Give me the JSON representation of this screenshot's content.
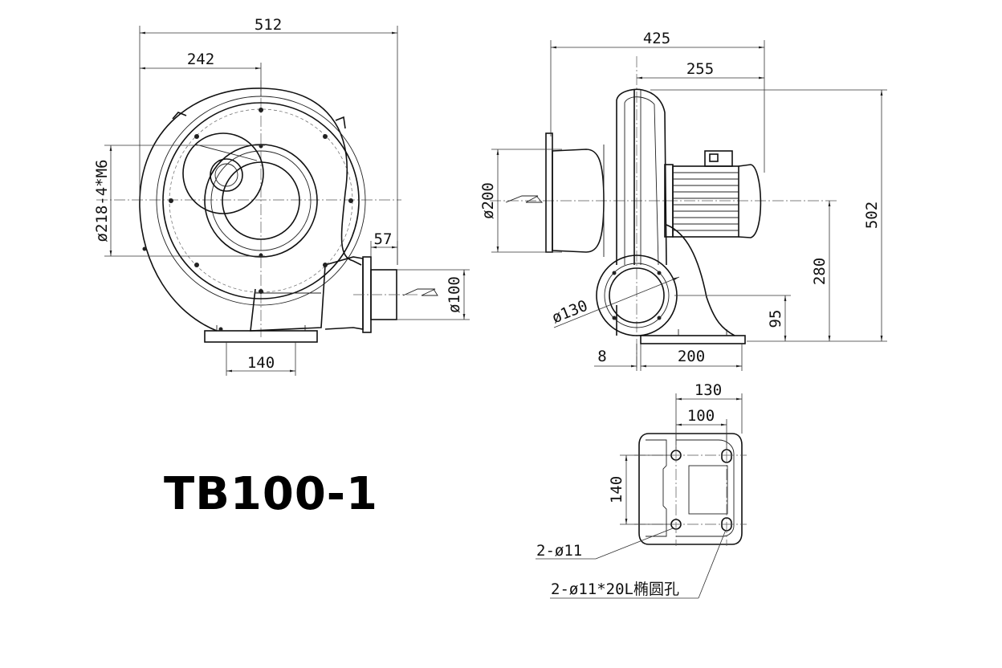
{
  "model": "TB100-1",
  "front_view": {
    "overall_width": "512",
    "inlet_offset": "242",
    "flange_callout": "ø218-4*M6",
    "outlet_extension": "57",
    "outlet_diameter": "ø100",
    "base_width": "140"
  },
  "side_view": {
    "overall_length": "425",
    "motor_length": "255",
    "inlet_diameter": "ø200",
    "outlet_diameter": "ø130",
    "overall_height": "502",
    "center_height": "280",
    "outlet_height": "95",
    "front_offset": "8",
    "base_length": "200"
  },
  "base_plate": {
    "outer_width": "130",
    "hole_spacing_x": "100",
    "hole_spacing_y": "140",
    "round_holes": "2-ø11",
    "slot_holes": "2-ø11*20L椭圆孔"
  }
}
